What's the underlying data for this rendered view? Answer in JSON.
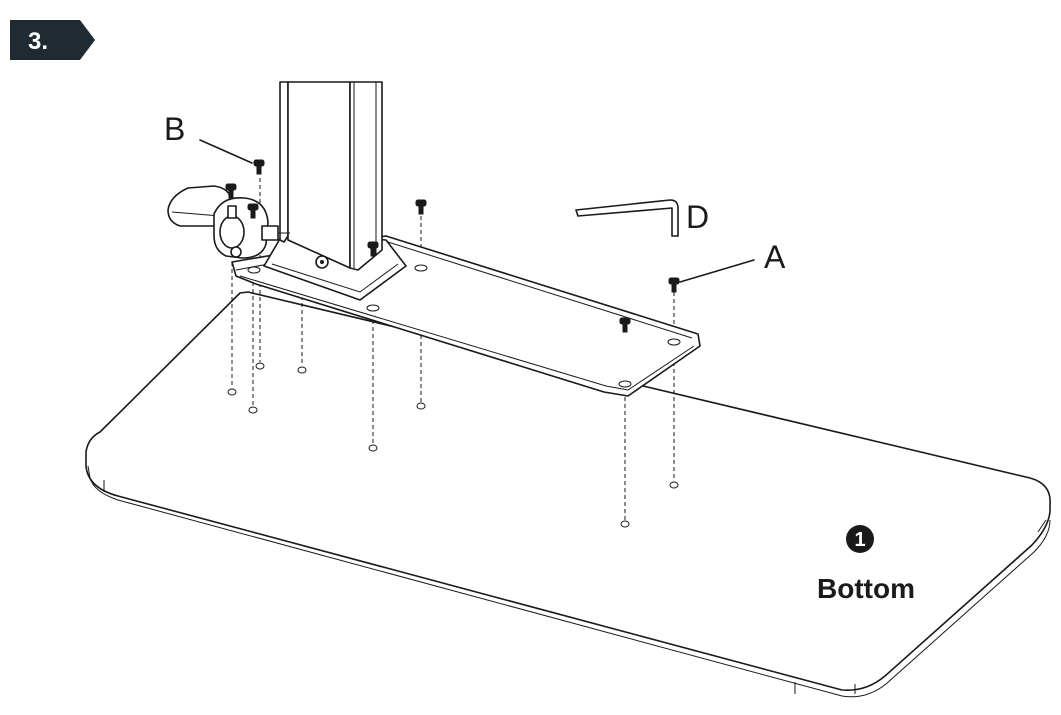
{
  "step": {
    "label": "3.",
    "badge_color": "#1f2a33"
  },
  "callouts": {
    "a": "A",
    "b": "B",
    "d": "D"
  },
  "desk_top": {
    "marker_number": "1",
    "label": "Bottom"
  },
  "icons": {
    "screw": "screw-icon",
    "hex_key": "allen-key-icon",
    "clamp": "clamp-icon"
  },
  "colors": {
    "line": "#1a1a1a",
    "badge": "#1f2a33",
    "background": "#ffffff"
  }
}
